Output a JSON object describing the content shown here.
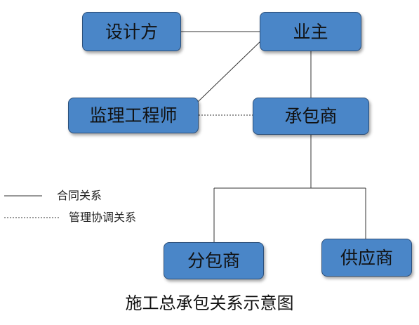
{
  "diagram": {
    "nodes": {
      "designer": "设计方",
      "owner": "业主",
      "supervisor": "监理工程师",
      "contractor": "承包商",
      "subcontractor": "分包商",
      "supplier": "供应商"
    },
    "legend": {
      "contract": "合同关系",
      "management": "管理协调关系"
    },
    "caption": "施工总承包关系示意图",
    "colors": {
      "node_fill": "#4a86c8",
      "node_border": "#2b4f7a",
      "line": "#333333"
    },
    "edges": [
      {
        "from": "designer",
        "to": "owner",
        "type": "contract"
      },
      {
        "from": "supervisor",
        "to": "owner",
        "type": "contract"
      },
      {
        "from": "owner",
        "to": "contractor",
        "type": "contract"
      },
      {
        "from": "supervisor",
        "to": "contractor",
        "type": "management"
      },
      {
        "from": "contractor",
        "to": "subcontractor",
        "type": "contract"
      },
      {
        "from": "contractor",
        "to": "supplier",
        "type": "contract"
      }
    ]
  }
}
